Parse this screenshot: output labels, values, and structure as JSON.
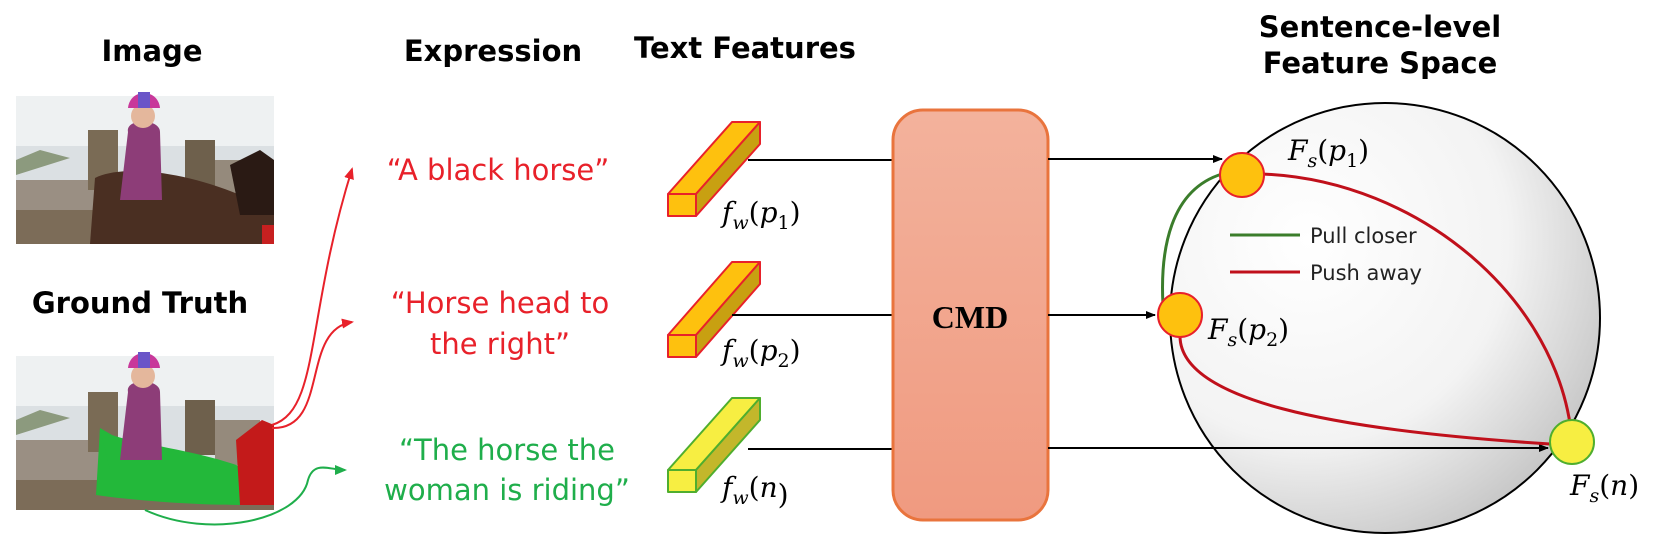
{
  "headers": {
    "image": "Image",
    "ground_truth": "Ground Truth",
    "expression": "Expression",
    "text_features": "Text Features",
    "feature_space_line1": "Sentence-level",
    "feature_space_line2": "Feature Space"
  },
  "expressions": [
    {
      "lines": [
        "“A black horse”"
      ],
      "color": "#e8212a"
    },
    {
      "lines": [
        "“Horse head to",
        "the right”"
      ],
      "color": "#e8212a"
    },
    {
      "lines": [
        "“The horse the",
        "woman is riding”"
      ],
      "color": "#1fae4b"
    }
  ],
  "features": [
    {
      "func": "f",
      "sub": "w",
      "arg": "p",
      "arg_sub": "1",
      "fill": "#fec10e",
      "side": "#c8a011",
      "stroke": "#e8212a"
    },
    {
      "func": "f",
      "sub": "w",
      "arg": "p",
      "arg_sub": "2",
      "fill": "#fec10e",
      "side": "#c8a011",
      "stroke": "#e8212a"
    },
    {
      "func": "f",
      "sub": "w",
      "arg": "n",
      "arg_sub": "",
      "fill": "#f7ee42",
      "side": "#c3b72b",
      "stroke": "#4fae2e"
    }
  ],
  "cmd": {
    "label": "CMD",
    "fill": "#f2a389",
    "stroke": "#e9743d"
  },
  "space_points": [
    {
      "func": "F",
      "sub": "s",
      "arg": "p",
      "arg_sub": "1",
      "fill": "#fec10e",
      "stroke": "#e8212a"
    },
    {
      "func": "F",
      "sub": "s",
      "arg": "p",
      "arg_sub": "2",
      "fill": "#fec10e",
      "stroke": "#e8212a"
    },
    {
      "func": "F",
      "sub": "s",
      "arg": "n",
      "arg_sub": "",
      "fill": "#f7ee42",
      "stroke": "#4fae2e"
    }
  ],
  "legend": [
    {
      "label": "Pull closer",
      "color": "#3b7d2b"
    },
    {
      "label": "Push away",
      "color": "#c0101b"
    }
  ]
}
